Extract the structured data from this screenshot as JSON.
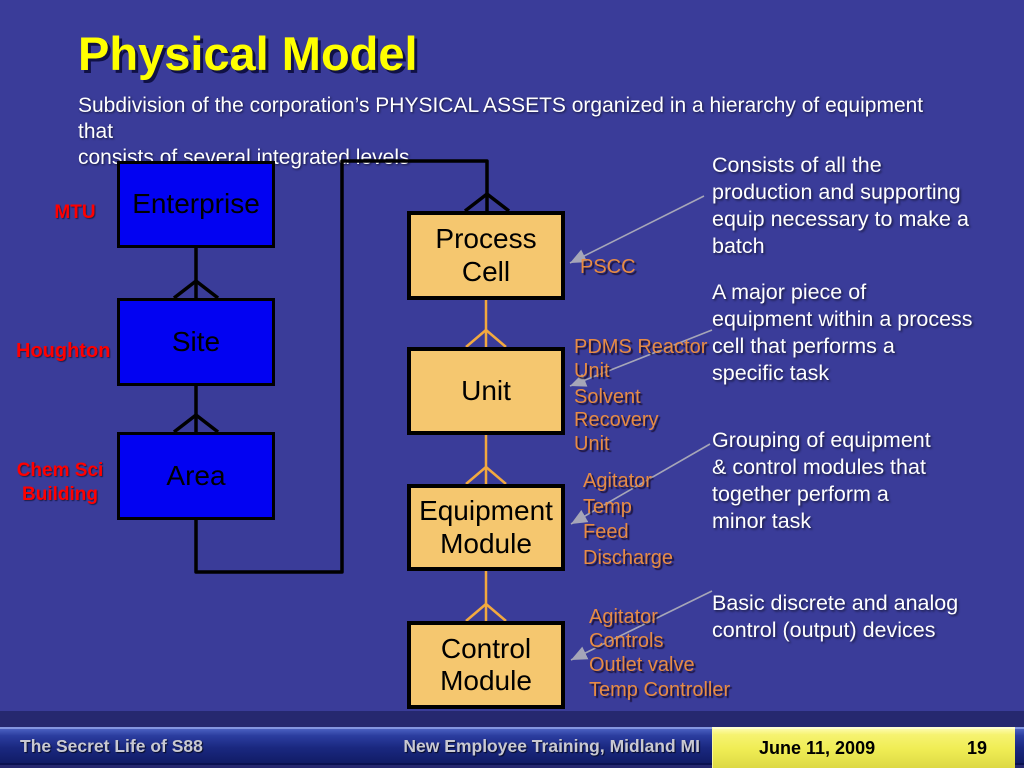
{
  "slide": {
    "title": "Physical Model",
    "subtitle": "Subdivision of the corporation’s PHYSICAL ASSETS organized in a hierarchy of equipment that\nconsists of several integrated levels"
  },
  "boxes": {
    "enterprise": "Enterprise",
    "site": "Site",
    "area": "Area",
    "process_cell": "Process\nCell",
    "unit": "Unit",
    "equipment_module": "Equipment\nModule",
    "control_module": "Control\nModule"
  },
  "site_examples": {
    "enterprise": "MTU",
    "site": "Houghton",
    "area": "Chem Sci\nBuilding"
  },
  "equipment_examples": {
    "process_cell": "PSCC",
    "unit_reactor": "PDMS Reactor\nUnit",
    "unit_solvent": "Solvent\nRecovery\nUnit",
    "equipment_module": "Agitator\nTemp\nFeed\nDischarge",
    "control_module": "Agitator\nControls\nOutlet valve\nTemp Controller"
  },
  "descriptions": {
    "process_cell": "Consists of all the\nproduction and supporting\nequip necessary to make a\nbatch",
    "unit": "A major piece of\nequipment within a process\ncell that performs  a\nspecific task",
    "equipment_module": "Grouping of equipment\n& control modules that\ntogether perform a\nminor task",
    "control_module": "Basic discrete and analog\ncontrol (output) devices"
  },
  "footer": {
    "presentation_title": "The Secret Life of S88",
    "event": "New Employee Training, Midland MI",
    "date": "June 11, 2009",
    "page_number": "19"
  },
  "colors": {
    "background": "#3A3C99",
    "box_blue": "#0202F2",
    "box_orange": "#F5C76F",
    "title_yellow": "#FFFF00",
    "label_red": "#FF0000",
    "label_orange": "#E78B44",
    "connector_black": "#000000",
    "connector_orange": "#F2A93F",
    "arrow_gray": "#A6A6B8",
    "footer_bar_blue": "#1A2880",
    "footer_yellow": "#F0ED55",
    "footer_text": "#C9C9D2"
  }
}
